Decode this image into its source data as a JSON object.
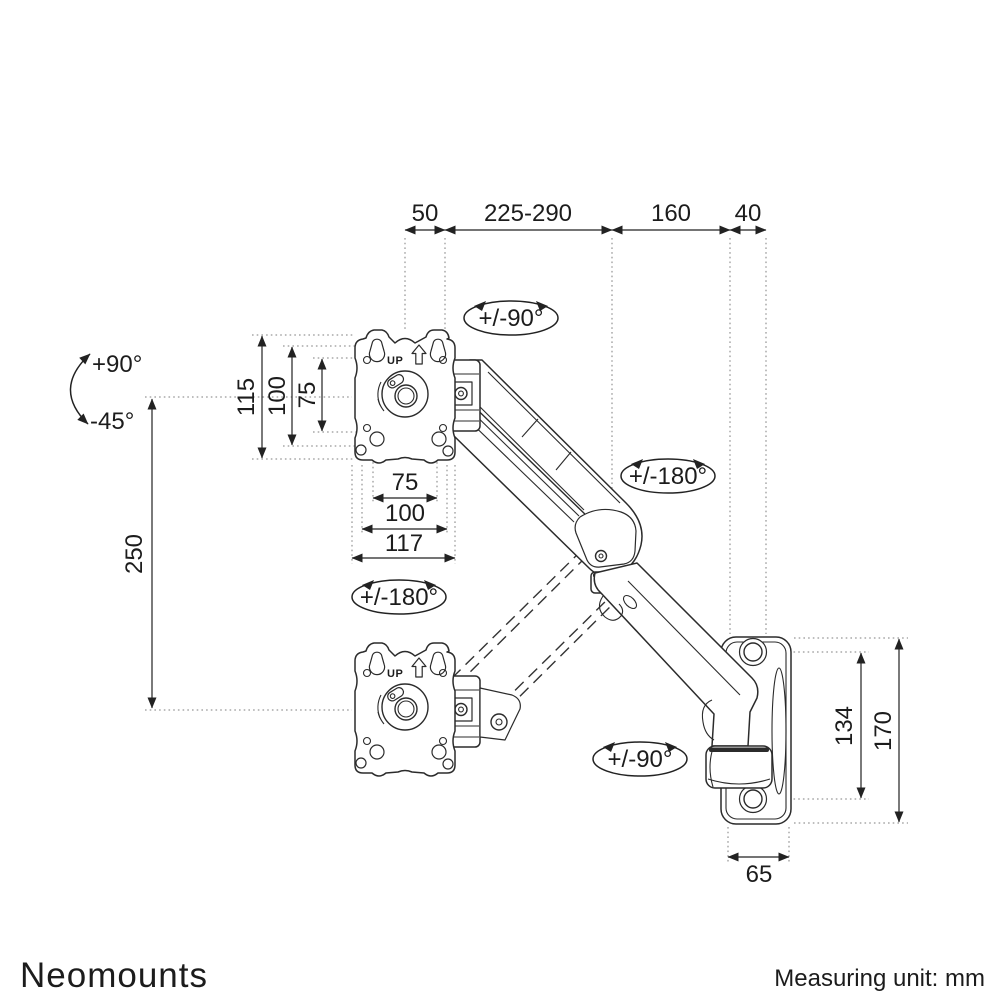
{
  "footer": {
    "brand": "Neomounts",
    "unit_note": "Measuring unit: mm"
  },
  "plate": {
    "up_label": "UP"
  },
  "dims": {
    "top": [
      "50",
      "225-290",
      "160",
      "40"
    ],
    "plate_left": [
      "115",
      "100",
      "75"
    ],
    "plate_bottom": [
      "75",
      "100",
      "117"
    ],
    "extension_height": "250",
    "wall_hole_spacing": "134",
    "wall_plate_height": "170",
    "wall_plate_width": "65"
  },
  "angles": {
    "tilt_up": "+90°",
    "tilt_down": "-45°",
    "head_swivel": "+/-90°",
    "elbow_rotation": "+/-180°",
    "head_rotation": "+/-180°",
    "wall_swivel": "+/-90°"
  },
  "colors": {
    "line": "#2b2b2b",
    "dimension": "#222222",
    "extension": "#7d7d7d",
    "brand_gray": "#8f8f8f",
    "text": "#161616",
    "background": "#ffffff"
  }
}
